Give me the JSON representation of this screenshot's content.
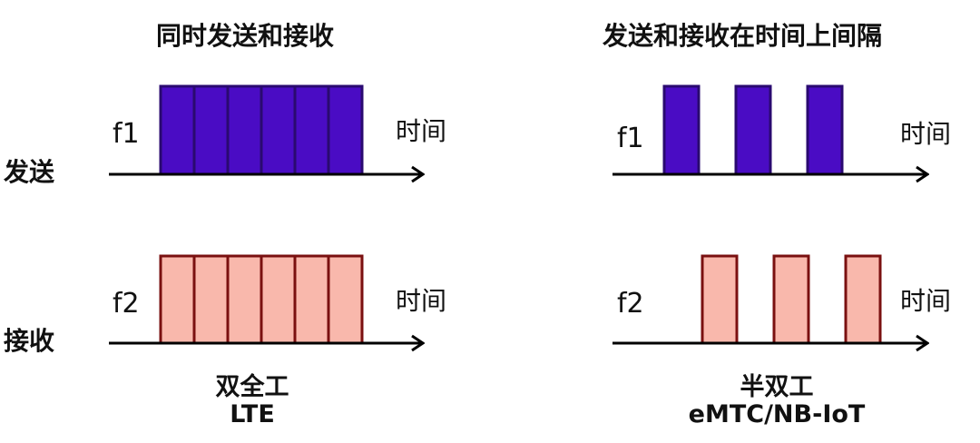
{
  "left_panel": {
    "title": "同时发送和接收",
    "caption_line1": "双全工",
    "caption_line2": "LTE"
  },
  "right_panel": {
    "title": "发送和接收在时间上间隔",
    "caption_line1": "半双工",
    "caption_line2": "eMTC/NB-IoT"
  },
  "rows": {
    "send": "发送",
    "receive": "接收"
  },
  "freq": {
    "f1": "f1",
    "f2": "f2"
  },
  "axis_label": "时间",
  "colors": {
    "send_fill": "#4a0cc4",
    "send_stroke": "#2a0a70",
    "recv_fill": "#f9b8ac",
    "recv_stroke": "#7a1010",
    "line": "#000000"
  },
  "blocks": {
    "full_duplex_send_slots": 6,
    "full_duplex_recv_slots": 6,
    "half_duplex_send_bursts": 3,
    "half_duplex_recv_bursts": 3
  }
}
